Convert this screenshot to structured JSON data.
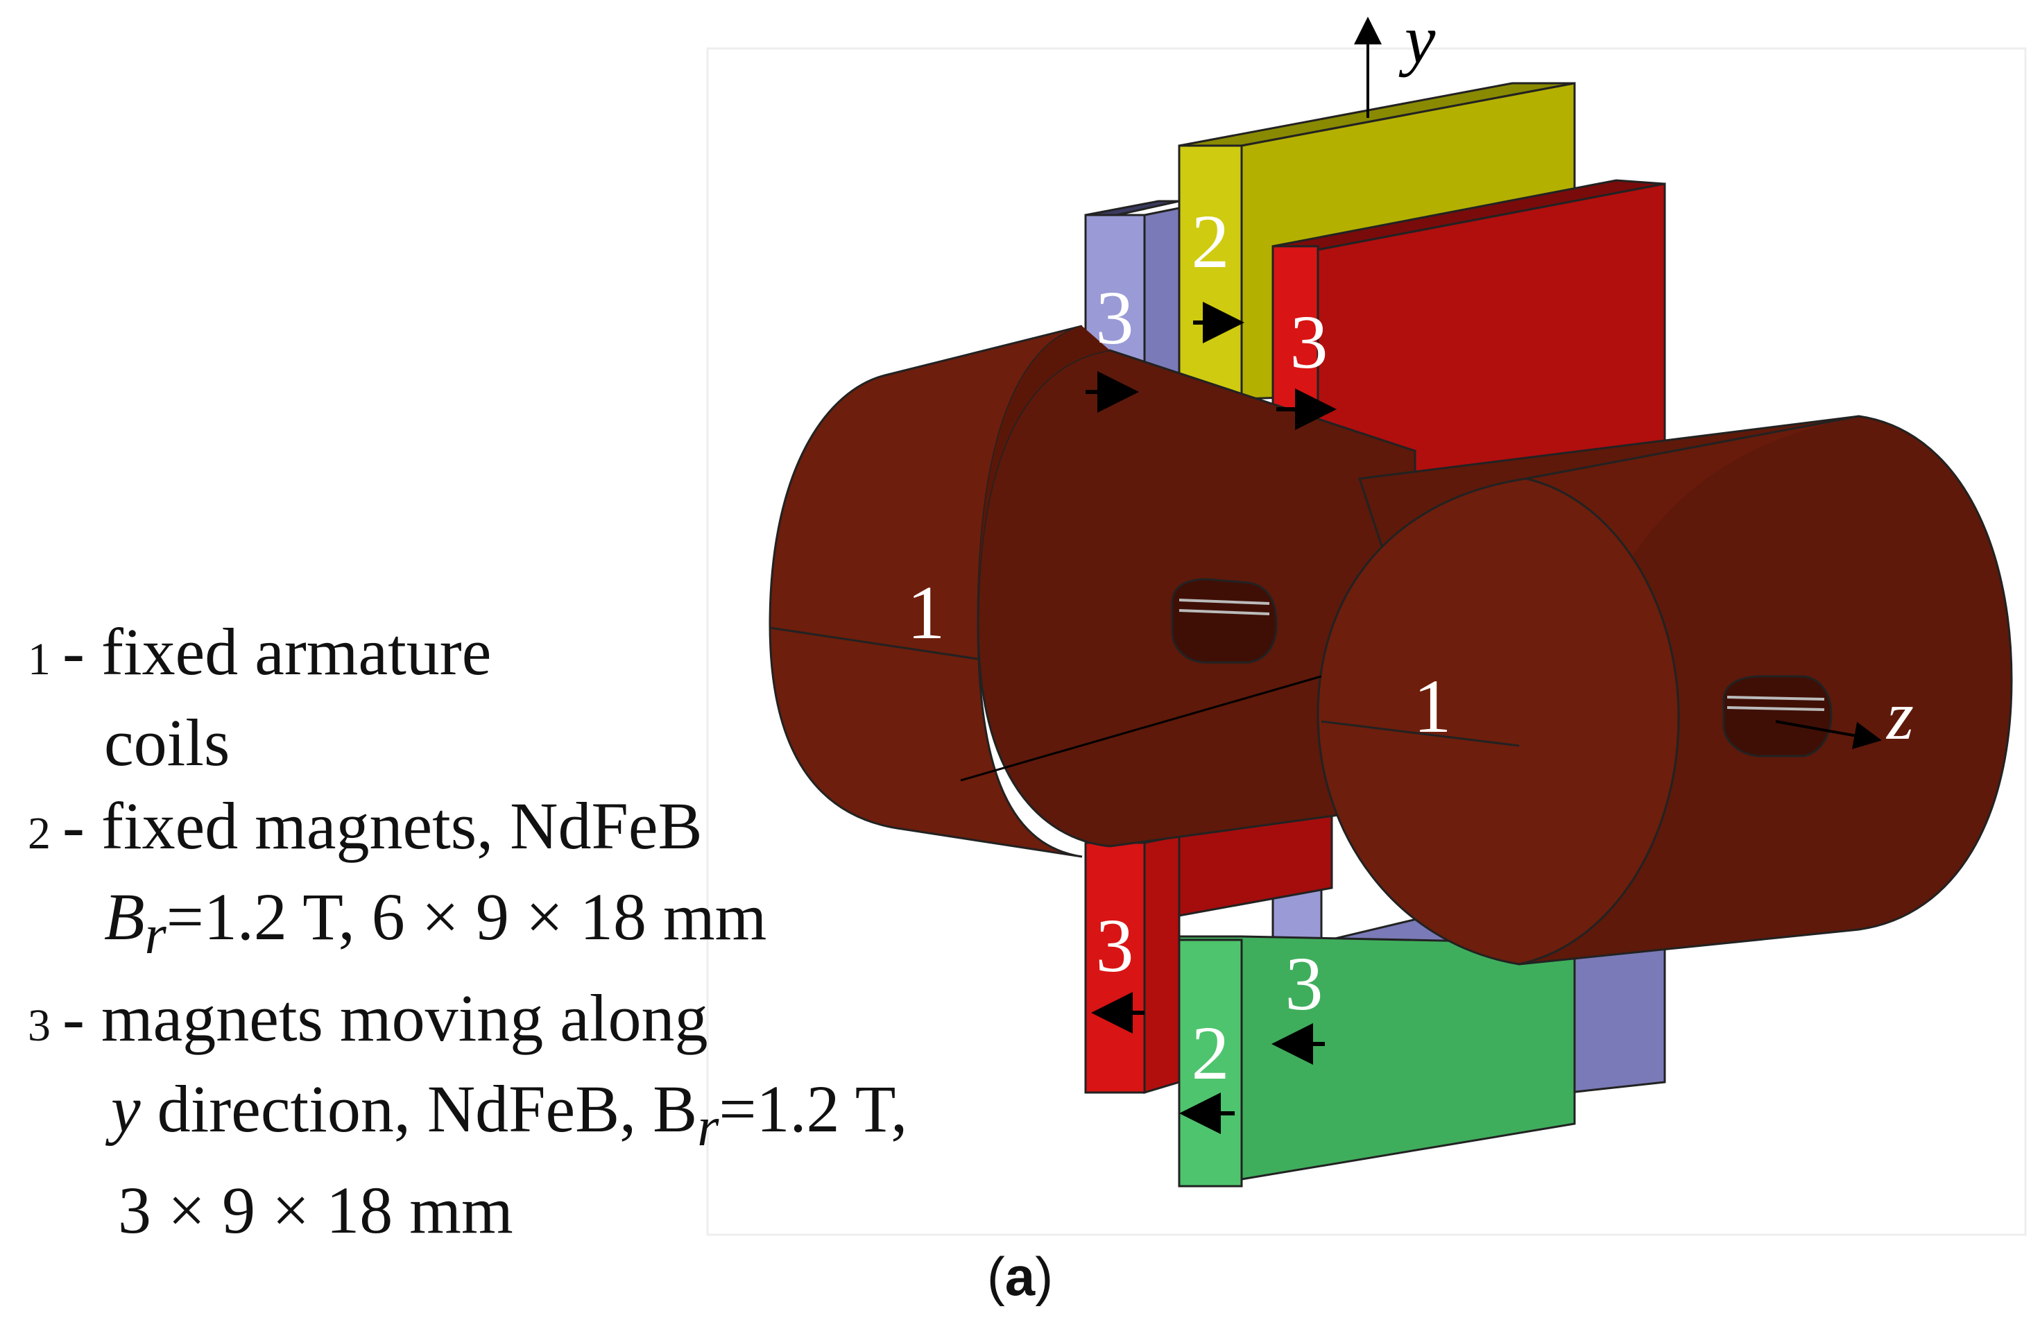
{
  "figure": {
    "axes": {
      "y_label": "y",
      "z_label": "z"
    },
    "part_labels": {
      "armature_left": "1",
      "armature_right": "1",
      "fixed_magnet_top": "2",
      "fixed_magnet_bottom": "2",
      "moving_magnet_top_left": "3",
      "moving_magnet_top_right": "3",
      "moving_magnet_bottom_left": "3",
      "moving_magnet_bottom_right": "3"
    },
    "colors": {
      "armature": "#6e1e0c",
      "fixed_magnet_top": "#c8c400",
      "fixed_magnet_bottom": "#4ec46e",
      "moving_magnet_red": "#d01010",
      "moving_magnet_blue": "#9090d0"
    }
  },
  "legend": {
    "item1": {
      "num": "1",
      "text": "- fixed armature",
      "text_cont": "coils"
    },
    "item2": {
      "num": "2",
      "text": "- fixed magnets, NdFeB",
      "br_symbol": "B",
      "br_sub": "r",
      "br_rest": "=1.2 T, 6 × 9 × 18 mm"
    },
    "item3": {
      "num": "3",
      "text": "- magnets moving along",
      "dir_var": "y",
      "dir_rest": " direction, NdFeB, B",
      "br_sub": "r",
      "br_value": "=1.2 T,",
      "dims": "3 × 9 × 18 mm"
    }
  },
  "caption": {
    "open": "(",
    "letter": "a",
    "close": ")"
  }
}
